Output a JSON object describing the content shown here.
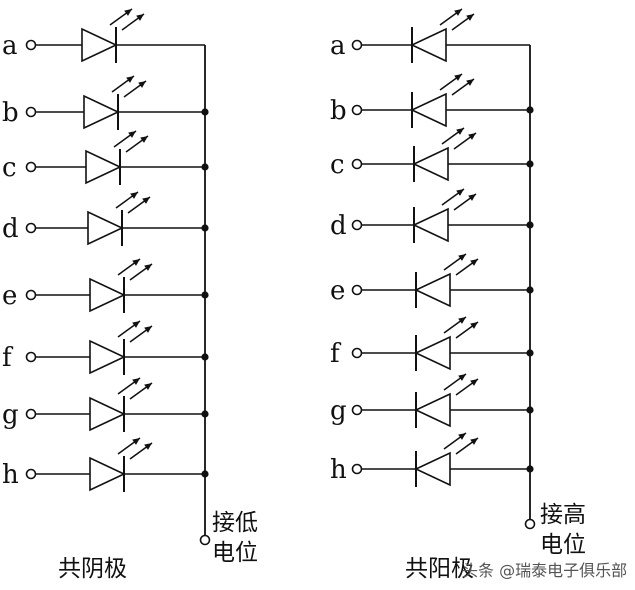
{
  "left": {
    "title": "共阴极",
    "terminal_note": [
      "接低",
      "电位"
    ],
    "labels": [
      "a",
      "b",
      "c",
      "d",
      "e",
      "f",
      "g",
      "h"
    ]
  },
  "right": {
    "title": "共阳极",
    "terminal_note": [
      "接高",
      "电位"
    ],
    "labels": [
      "a",
      "b",
      "c",
      "d",
      "e",
      "f",
      "g",
      "h"
    ]
  },
  "watermark": "头条 @瑞泰电子俱乐部",
  "colors": {
    "ink": "#111111",
    "background": "#ffffff"
  }
}
